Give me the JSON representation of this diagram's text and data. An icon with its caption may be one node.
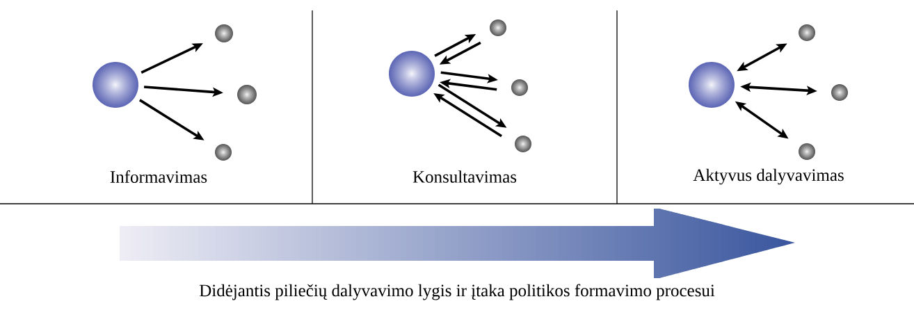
{
  "diagram": {
    "nodes": [
      {
        "text": [],
        "shape": "circle"
      },
      {
        "text": [],
        "shape": "circle"
      },
      {
        "text": [],
        "shape": "circle"
      },
      {
        "text": [],
        "shape": "circle"
      },
      {
        "text": [],
        "shape": "circle"
      },
      {
        "text": [],
        "shape": "circle"
      },
      {
        "text": [],
        "shape": "circle"
      },
      {
        "text": [],
        "shape": "circle"
      },
      {
        "text": [],
        "shape": "circle"
      },
      {
        "text": [],
        "shape": "circle"
      },
      {
        "text": [],
        "shape": "circle"
      },
      {
        "text": [],
        "shape": "circle"
      }
    ],
    "edges": [
      {
        "from": 0,
        "to": 1,
        "arrow": "to"
      },
      {
        "from": 0,
        "to": 2,
        "arrow": "to"
      },
      {
        "from": 0,
        "to": 3,
        "arrow": "to"
      },
      {
        "from": 4,
        "to": 5,
        "arrow": "to"
      },
      {
        "from": 5,
        "to": 4,
        "arrow": "to"
      },
      {
        "from": 4,
        "to": 6,
        "arrow": "to"
      },
      {
        "from": 6,
        "to": 4,
        "arrow": "to"
      },
      {
        "from": 4,
        "to": 7,
        "arrow": "to"
      },
      {
        "from": 7,
        "to": 4,
        "arrow": "to"
      },
      {
        "from": 8,
        "to": 9,
        "arrow": "both"
      },
      {
        "from": 8,
        "to": 10,
        "arrow": "both"
      },
      {
        "from": 8,
        "to": 11,
        "arrow": "both"
      }
    ],
    "labels": [
      "Informavimas",
      "Konsultavimas",
      "Aktyvus dalyvavimas",
      "Didėjantis piliečių dalyvavimo lygis ir įtaka politikos formavimo procesui"
    ]
  }
}
